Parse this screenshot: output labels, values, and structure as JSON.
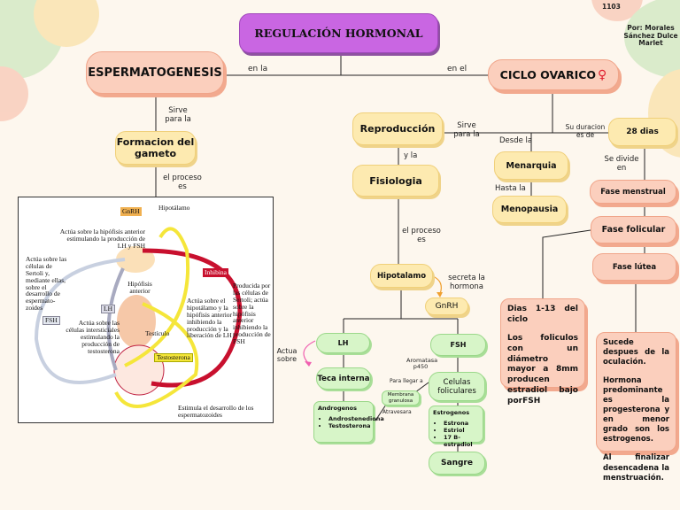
{
  "corner": {
    "group": "1103",
    "author": "Por: Morales Sánchez Dulce Marlet"
  },
  "title": "REGULACIÓN HORMONAL",
  "left": {
    "main": "ESPERMATOGENESIS",
    "link_main": "en la",
    "link_gameto": "Sirve para la",
    "gameto": "Formacion del gameto",
    "link_proceso": "el proceso es",
    "figure": {
      "gnrh": "GnRH",
      "hipotalamo": "Hipotálamo",
      "t1": "Actúa sobre la hipófisis anterior estimulando la producción de LH y FSH",
      "t2": "Actúa sobre las células de Sertoli y, mediante ellas, sobre el desarrollo de espermato-zoides",
      "hipofisis": "Hipófisis anterior",
      "inhibina": "Inhibina",
      "t3": "Producida por las células de Sertoli; actúa sobre la hipófisis anterior inhibiendo la producción de FSH",
      "lh": "LH",
      "fsh": "FSH",
      "t4": "Actúa sobre las células intersticiales estimulando la producción de testosterona",
      "testiculo": "Testículo",
      "t5": "Actúa sobre el hipotálamo y la hipófisis anterior inhibiendo la producción y la liberación de LH",
      "testosterona": "Testosterona",
      "t6": "Estimula el desarrollo de los espermatozoides"
    }
  },
  "right": {
    "main": "CICLO OVARICO",
    "link_main": "en el",
    "link_repro": "Sirve para la",
    "reproduccion": "Reproducción",
    "link_fisio": "y la",
    "fisiologia": "Fisiologia",
    "link_proceso": "el proceso es",
    "hipotalamo": "Hipotalamo",
    "link_secreta": "secreta la hormona",
    "gnrh": "GnRH",
    "lh": "LH",
    "fsh": "FSH",
    "link_actua": "Actua sobre",
    "teca": "Teca interna",
    "androgenos": {
      "title": "Androgenos",
      "items": [
        "Androstenediona",
        "Testosterona"
      ]
    },
    "link_atraviesa": "Atravesara",
    "membrana": "Membrana granulosa",
    "link_para": "Para llegar a",
    "aromatasa": "Aromatasa p450",
    "celulas": "Celulas foliculares",
    "estrogenos": {
      "title": "Estrogenos",
      "items": [
        "Estrona",
        "Estriol",
        "17 B-estradiol"
      ]
    },
    "sangre": "Sangre",
    "link_desde": "Desde la",
    "menarquia": "Menarquia",
    "link_hasta": "Hasta la",
    "menopausia": "Menopausia",
    "link_duracion": "Su duracion es de",
    "dias": "28 dias",
    "link_divide": "Se divide en",
    "fase_menstrual": "Fase menstrual",
    "fase_folicular": "Fase folicular",
    "fase_lutea": "Fase lútea",
    "folicular_text": [
      "Dias 1-13 del ciclo",
      "Los foliculos con un diámetro mayor a 8mm producen estradiol bajo porFSH"
    ],
    "lutea_text": [
      "Sucede despues de la oculación.",
      "Hormona predominante es la progesterona y en menor grado son los estrogenos.",
      "Al finalizar desencadena la menstruación."
    ]
  }
}
